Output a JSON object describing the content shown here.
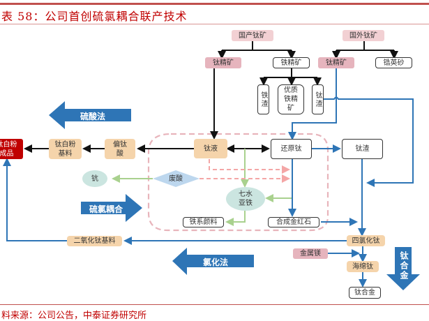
{
  "header": {
    "title": "表 58：公司首创硫氯耦合联产技术"
  },
  "footer": {
    "source": "料来源：公司公告，中泰证券研究所"
  },
  "colors": {
    "accent_red": "#c00000",
    "flow_blue": "#2e75b6",
    "flow_green": "#a9d18e",
    "dashed_pink": "#f4a6a6",
    "tan_box": "#f5d4ab",
    "pink_box": "#f2d0d3"
  },
  "diagram": {
    "nodes": {
      "domestic_ore": "国产钛矿",
      "foreign_ore": "国外钛矿",
      "ilmenite_left": "钛精矿",
      "iron_concentrate": "铁精矿",
      "ilmenite_right": "钛精矿",
      "zircon_sand": "锆英砂",
      "iron_slag": "铁渣",
      "premium_iron_concentrate": "优质铁精矿",
      "titanium_slag_small": "钛渣",
      "titanium_liquid": "钛液",
      "reduced_titanium": "还原钛",
      "titanium_slag": "钛渣",
      "metatitanic_acid": "偏钛酸",
      "tio2_base_left": "钛白粉基料",
      "tio2_product": "钛白粉成品",
      "scandium": "钪",
      "waste_acid": "废酸",
      "ferrous_sulfate": "七水亚铁",
      "iron_pigment": "铁系颜料",
      "synthetic_rutile": "合成金红石",
      "tio2_base_bottom": "二氧化钛基料",
      "titanium_tetrachloride": "四氯化钛",
      "magnesium_metal": "金属镁",
      "sponge_titanium": "海绵钛",
      "titanium_alloy": "钛合金"
    },
    "process_arrows": {
      "sulfuric_acid": "硫酸法",
      "sulfur_chlorine_coupling": "硫氯耦合",
      "chlorination": "氯化法",
      "titanium_alloy": "钛合金"
    }
  }
}
